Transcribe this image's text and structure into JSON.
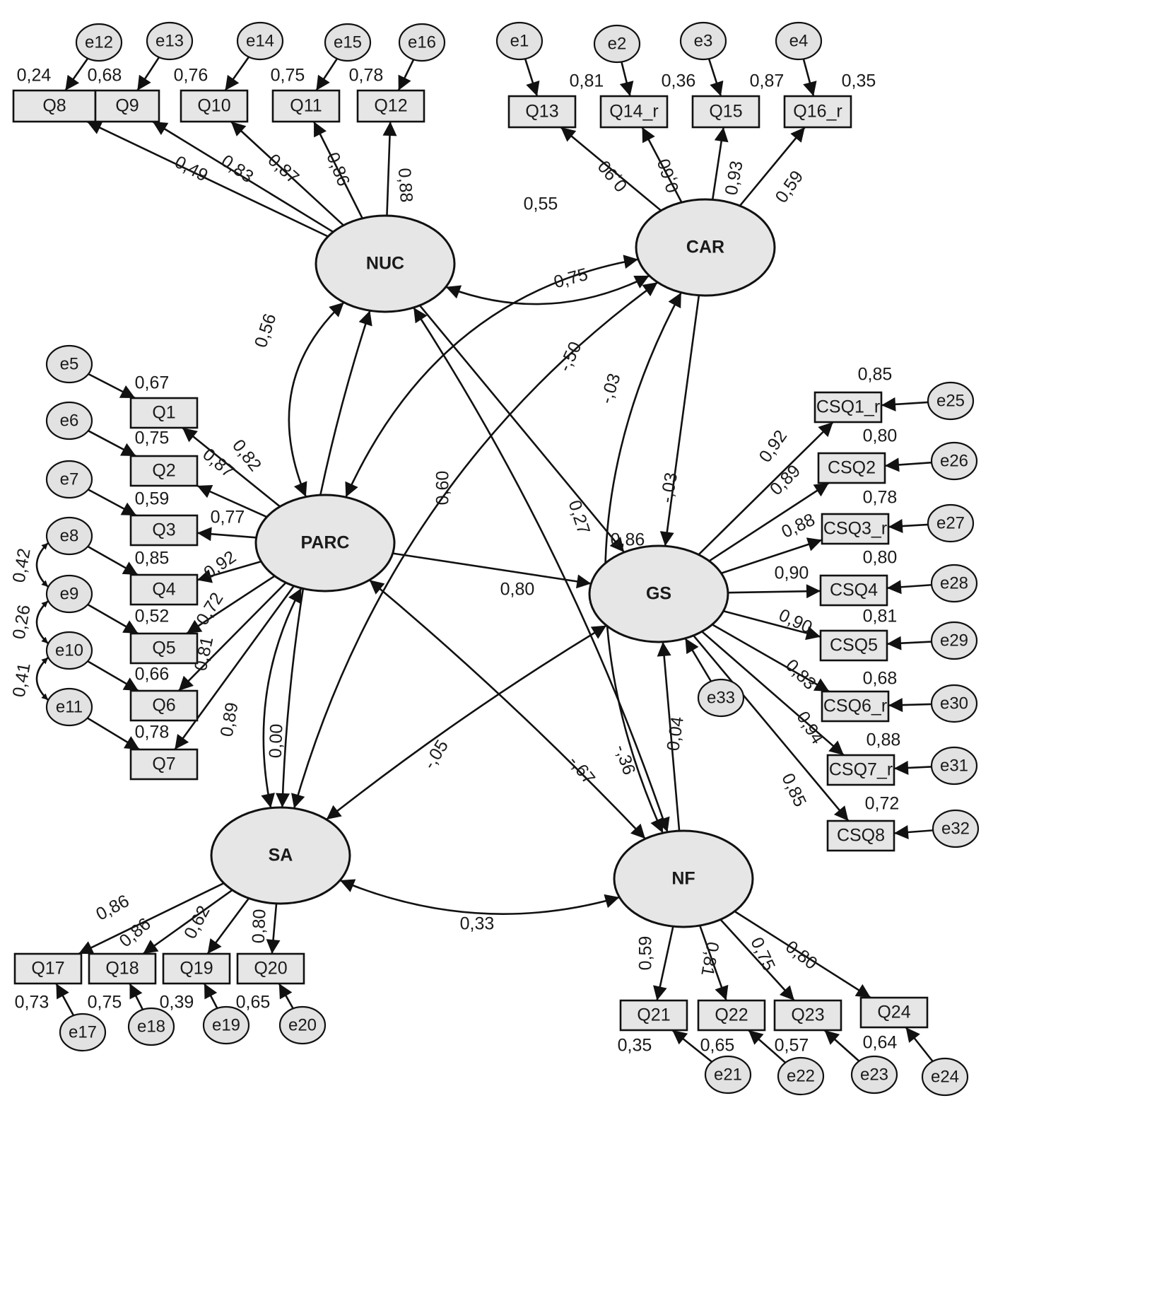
{
  "latents": [
    {
      "id": "NUC",
      "label": "NUC"
    },
    {
      "id": "CAR",
      "label": "CAR"
    },
    {
      "id": "PARC",
      "label": "PARC"
    },
    {
      "id": "GS",
      "label": "GS"
    },
    {
      "id": "SA",
      "label": "SA"
    },
    {
      "id": "NF",
      "label": "NF"
    }
  ],
  "indicators": [
    {
      "id": "Q8",
      "label": "Q8",
      "r2": "0,24"
    },
    {
      "id": "Q9",
      "label": "Q9",
      "r2": "0,68"
    },
    {
      "id": "Q10",
      "label": "Q10",
      "r2": "0,76"
    },
    {
      "id": "Q11",
      "label": "Q11",
      "r2": "0,75"
    },
    {
      "id": "Q12",
      "label": "Q12",
      "r2": "0,78"
    },
    {
      "id": "Q13",
      "label": "Q13",
      "r2": "0,81"
    },
    {
      "id": "Q14_r",
      "label": "Q14_r",
      "r2": "0,36"
    },
    {
      "id": "Q15",
      "label": "Q15",
      "r2": "0,87"
    },
    {
      "id": "Q16_r",
      "label": "Q16_r",
      "r2": "0,35"
    },
    {
      "id": "Q1",
      "label": "Q1",
      "r2": "0,67"
    },
    {
      "id": "Q2",
      "label": "Q2",
      "r2": "0,75"
    },
    {
      "id": "Q3",
      "label": "Q3",
      "r2": "0,59"
    },
    {
      "id": "Q4",
      "label": "Q4",
      "r2": "0,85"
    },
    {
      "id": "Q5",
      "label": "Q5",
      "r2": "0,52"
    },
    {
      "id": "Q6",
      "label": "Q6",
      "r2": "0,66"
    },
    {
      "id": "Q7",
      "label": "Q7",
      "r2": "0,78"
    },
    {
      "id": "CSQ1_r",
      "label": "CSQ1_r",
      "r2": "0,85"
    },
    {
      "id": "CSQ2",
      "label": "CSQ2",
      "r2": "0,80"
    },
    {
      "id": "CSQ3_r",
      "label": "CSQ3_r",
      "r2": "0,78"
    },
    {
      "id": "CSQ4",
      "label": "CSQ4",
      "r2": "0,80"
    },
    {
      "id": "CSQ5",
      "label": "CSQ5",
      "r2": "0,81"
    },
    {
      "id": "CSQ6_r",
      "label": "CSQ6_r",
      "r2": "0,68"
    },
    {
      "id": "CSQ7_r",
      "label": "CSQ7_r",
      "r2": "0,88"
    },
    {
      "id": "CSQ8",
      "label": "CSQ8",
      "r2": "0,72"
    },
    {
      "id": "Q17",
      "label": "Q17",
      "r2": "0,73"
    },
    {
      "id": "Q18",
      "label": "Q18",
      "r2": "0,75"
    },
    {
      "id": "Q19",
      "label": "Q19",
      "r2": "0,39"
    },
    {
      "id": "Q20",
      "label": "Q20",
      "r2": "0,65"
    },
    {
      "id": "Q21",
      "label": "Q21",
      "r2": "0,35"
    },
    {
      "id": "Q22",
      "label": "Q22",
      "r2": "0,65"
    },
    {
      "id": "Q23",
      "label": "Q23",
      "r2": "0,57"
    },
    {
      "id": "Q24",
      "label": "Q24",
      "r2": "0,64"
    }
  ],
  "errors": [
    {
      "id": "e12",
      "label": "e12",
      "target": "Q8"
    },
    {
      "id": "e13",
      "label": "e13",
      "target": "Q9"
    },
    {
      "id": "e14",
      "label": "e14",
      "target": "Q10"
    },
    {
      "id": "e15",
      "label": "e15",
      "target": "Q11"
    },
    {
      "id": "e16",
      "label": "e16",
      "target": "Q12"
    },
    {
      "id": "e1",
      "label": "e1",
      "target": "Q13"
    },
    {
      "id": "e2",
      "label": "e2",
      "target": "Q14_r"
    },
    {
      "id": "e3",
      "label": "e3",
      "target": "Q15"
    },
    {
      "id": "e4",
      "label": "e4",
      "target": "Q16_r"
    },
    {
      "id": "e5",
      "label": "e5",
      "target": "Q1"
    },
    {
      "id": "e6",
      "label": "e6",
      "target": "Q2"
    },
    {
      "id": "e7",
      "label": "e7",
      "target": "Q3"
    },
    {
      "id": "e8",
      "label": "e8",
      "target": "Q4"
    },
    {
      "id": "e9",
      "label": "e9",
      "target": "Q5"
    },
    {
      "id": "e10",
      "label": "e10",
      "target": "Q6"
    },
    {
      "id": "e11",
      "label": "e11",
      "target": "Q7"
    },
    {
      "id": "e25",
      "label": "e25",
      "target": "CSQ1_r"
    },
    {
      "id": "e26",
      "label": "e26",
      "target": "CSQ2"
    },
    {
      "id": "e27",
      "label": "e27",
      "target": "CSQ3_r"
    },
    {
      "id": "e28",
      "label": "e28",
      "target": "CSQ4"
    },
    {
      "id": "e29",
      "label": "e29",
      "target": "CSQ5"
    },
    {
      "id": "e30",
      "label": "e30",
      "target": "CSQ6_r"
    },
    {
      "id": "e31",
      "label": "e31",
      "target": "CSQ7_r"
    },
    {
      "id": "e32",
      "label": "e32",
      "target": "CSQ8"
    },
    {
      "id": "e33",
      "label": "e33",
      "target": "GS"
    },
    {
      "id": "e17",
      "label": "e17",
      "target": "Q17"
    },
    {
      "id": "e18",
      "label": "e18",
      "target": "Q18"
    },
    {
      "id": "e19",
      "label": "e19",
      "target": "Q19"
    },
    {
      "id": "e20",
      "label": "e20",
      "target": "Q20"
    },
    {
      "id": "e21",
      "label": "e21",
      "target": "Q21"
    },
    {
      "id": "e22",
      "label": "e22",
      "target": "Q22"
    },
    {
      "id": "e23",
      "label": "e23",
      "target": "Q23"
    },
    {
      "id": "e24",
      "label": "e24",
      "target": "Q24"
    }
  ],
  "loadings": [
    {
      "from": "NUC",
      "to": "Q8",
      "value": "0,49"
    },
    {
      "from": "NUC",
      "to": "Q9",
      "value": "0,83"
    },
    {
      "from": "NUC",
      "to": "Q10",
      "value": "0,87"
    },
    {
      "from": "NUC",
      "to": "Q11",
      "value": "0,86"
    },
    {
      "from": "NUC",
      "to": "Q12",
      "value": "0,88"
    },
    {
      "from": "CAR",
      "to": "Q13",
      "value": "0,90"
    },
    {
      "from": "CAR",
      "to": "Q14_r",
      "value": "0,60"
    },
    {
      "from": "CAR",
      "to": "Q15",
      "value": "0,93"
    },
    {
      "from": "CAR",
      "to": "Q16_r",
      "value": "0,59"
    },
    {
      "from": "PARC",
      "to": "Q1",
      "value": "0,82"
    },
    {
      "from": "PARC",
      "to": "Q2",
      "value": "0,87"
    },
    {
      "from": "PARC",
      "to": "Q3",
      "value": "0,77"
    },
    {
      "from": "PARC",
      "to": "Q4",
      "value": "0,92"
    },
    {
      "from": "PARC",
      "to": "Q5",
      "value": "0,72"
    },
    {
      "from": "PARC",
      "to": "Q6",
      "value": "0,81"
    },
    {
      "from": "PARC",
      "to": "Q7",
      "value": "0,89"
    },
    {
      "from": "GS",
      "to": "CSQ1_r",
      "value": "0,92"
    },
    {
      "from": "GS",
      "to": "CSQ2",
      "value": "0,89"
    },
    {
      "from": "GS",
      "to": "CSQ3_r",
      "value": "0,88"
    },
    {
      "from": "GS",
      "to": "CSQ4",
      "value": "0,90"
    },
    {
      "from": "GS",
      "to": "CSQ5",
      "value": "0,90"
    },
    {
      "from": "GS",
      "to": "CSQ6_r",
      "value": "0,83"
    },
    {
      "from": "GS",
      "to": "CSQ7_r",
      "value": "0,94"
    },
    {
      "from": "GS",
      "to": "CSQ8",
      "value": "0,85"
    },
    {
      "from": "SA",
      "to": "Q17",
      "value": "0,86"
    },
    {
      "from": "SA",
      "to": "Q18",
      "value": "0,86"
    },
    {
      "from": "SA",
      "to": "Q19",
      "value": "0,62"
    },
    {
      "from": "SA",
      "to": "Q20",
      "value": "0,80"
    },
    {
      "from": "NF",
      "to": "Q21",
      "value": "0,59"
    },
    {
      "from": "NF",
      "to": "Q22",
      "value": "0,81"
    },
    {
      "from": "NF",
      "to": "Q23",
      "value": "0,75"
    },
    {
      "from": "NF",
      "to": "Q24",
      "value": "0,80"
    }
  ],
  "regressions": [
    {
      "from": "NUC",
      "to": "GS",
      "value": "0,27"
    },
    {
      "from": "CAR",
      "to": "GS",
      "value": "-,03"
    },
    {
      "from": "PARC",
      "to": "GS",
      "value": "0,80"
    },
    {
      "from": "NF",
      "to": "GS",
      "value": "0,04"
    }
  ],
  "gs_r2": "0,86",
  "covariances": [
    {
      "a": "NUC",
      "b": "CAR",
      "value": "0,55"
    },
    {
      "a": "NUC",
      "b": "PARC",
      "value": "0,56"
    },
    {
      "a": "CAR",
      "b": "PARC",
      "value": "0,75"
    },
    {
      "a": "CAR",
      "b": "SA",
      "value": "-,50"
    },
    {
      "a": "CAR",
      "b": "NF",
      "value": "-,03"
    },
    {
      "a": "NUC",
      "b": "SA",
      "value": "0,60"
    },
    {
      "a": "NUC",
      "b": "NF",
      "value": "-,36"
    },
    {
      "a": "PARC",
      "b": "SA",
      "value": "0,00"
    },
    {
      "a": "PARC",
      "b": "NF",
      "value": "-,67"
    },
    {
      "a": "SA",
      "b": "GS",
      "value": "-,05"
    },
    {
      "a": "SA",
      "b": "NF",
      "value": "0,33"
    }
  ],
  "error_covariances": [
    {
      "a": "e8",
      "b": "e9",
      "value": "0,42"
    },
    {
      "a": "e9",
      "b": "e10",
      "value": "0,26"
    },
    {
      "a": "e10",
      "b": "e11",
      "value": "0,41"
    }
  ]
}
